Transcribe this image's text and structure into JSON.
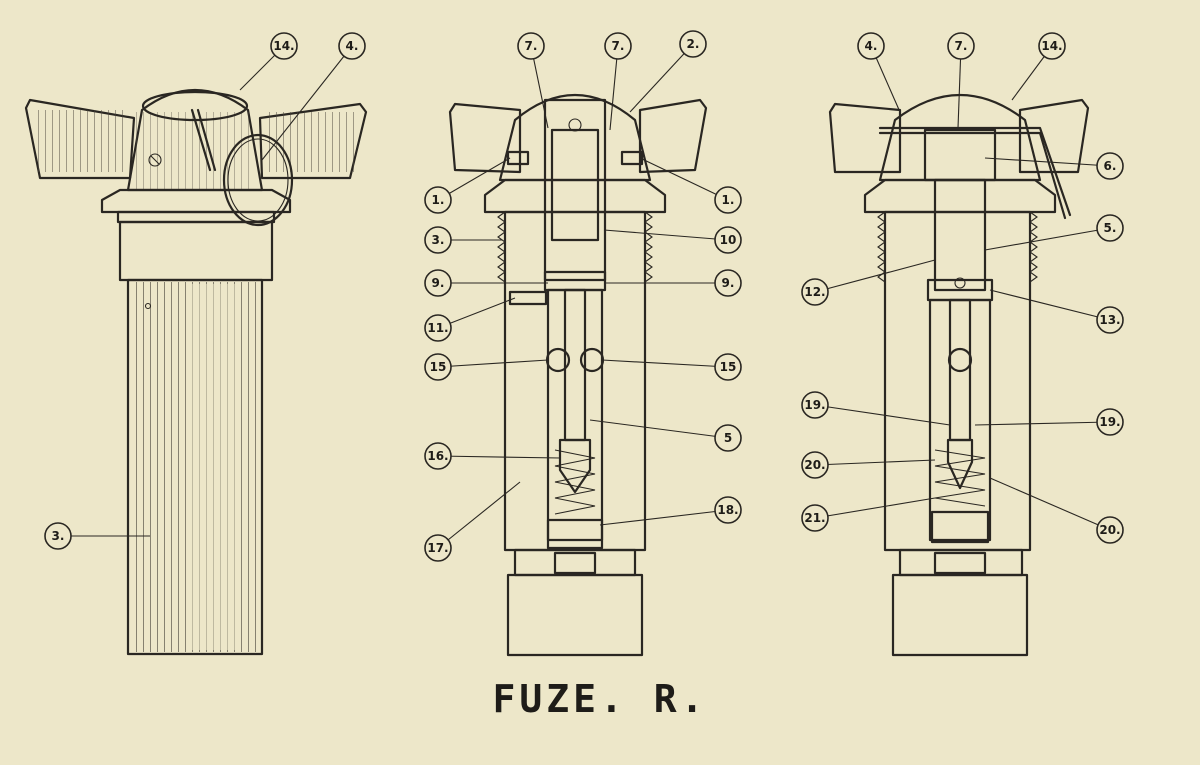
{
  "title": "FUZE. R.",
  "colors": {
    "paper": "#ede7c9",
    "ink": "#2a2722"
  },
  "views": [
    {
      "name": "exterior-view",
      "callouts": [
        {
          "label": "14."
        },
        {
          "label": "4."
        },
        {
          "label": "3."
        }
      ]
    },
    {
      "name": "section-view-unarmed",
      "callouts": [
        {
          "label": "7."
        },
        {
          "label": "7."
        },
        {
          "label": "2."
        },
        {
          "label": "1."
        },
        {
          "label": "1."
        },
        {
          "label": "3."
        },
        {
          "label": "10"
        },
        {
          "label": "9."
        },
        {
          "label": "9."
        },
        {
          "label": "11."
        },
        {
          "label": "15"
        },
        {
          "label": "15"
        },
        {
          "label": "5"
        },
        {
          "label": "16."
        },
        {
          "label": "18."
        },
        {
          "label": "17."
        }
      ]
    },
    {
      "name": "section-view-armed",
      "callouts": [
        {
          "label": "4."
        },
        {
          "label": "7."
        },
        {
          "label": "14."
        },
        {
          "label": "6."
        },
        {
          "label": "5."
        },
        {
          "label": "12."
        },
        {
          "label": "13."
        },
        {
          "label": "19."
        },
        {
          "label": "19."
        },
        {
          "label": "20."
        },
        {
          "label": "20."
        },
        {
          "label": "21."
        }
      ]
    }
  ]
}
